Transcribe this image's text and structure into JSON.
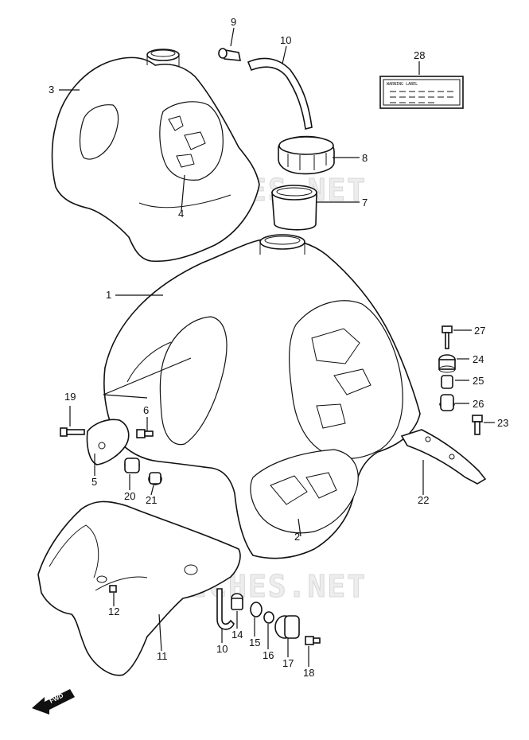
{
  "watermarks": [
    "MICROFICHES.NET",
    "MICROFICHES.NET"
  ],
  "fwd_label": "FWD",
  "callouts": [
    "1",
    "2",
    "3",
    "4",
    "5",
    "6",
    "7",
    "8",
    "9",
    "10",
    "10",
    "11",
    "12",
    "14",
    "15",
    "16",
    "17",
    "18",
    "19",
    "20",
    "21",
    "22",
    "23",
    "24",
    "25",
    "26",
    "27",
    "28"
  ],
  "label_text": "WARNING LABEL"
}
